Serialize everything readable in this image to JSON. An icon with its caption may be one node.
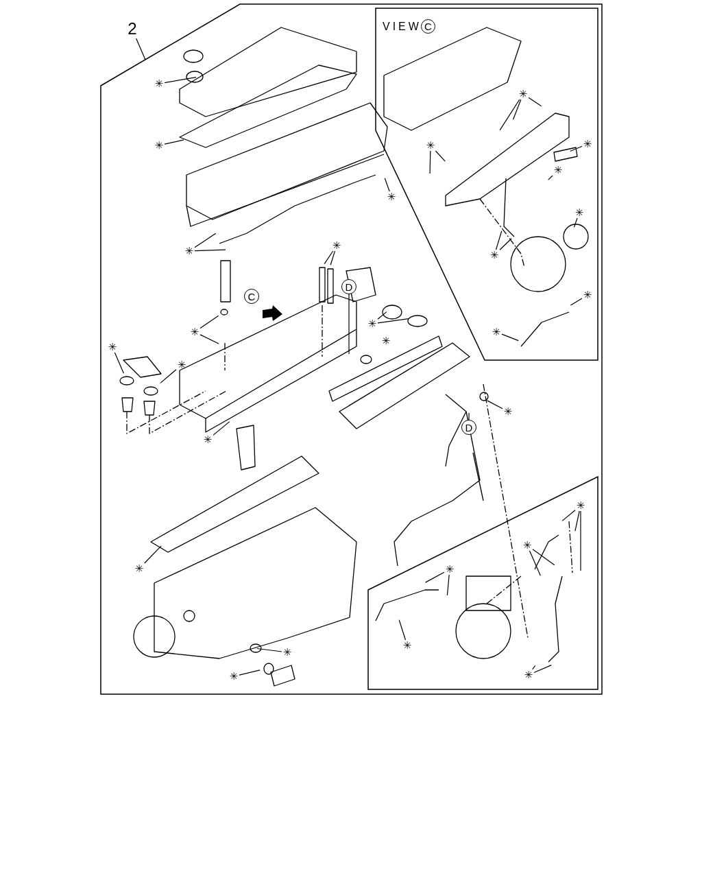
{
  "diagram": {
    "nodes": [
      {
        "text": [
          "2"
        ]
      },
      {
        "text": [],
        "shape": "box"
      },
      {
        "text": [
          "VIEW"
        ],
        "in": 1
      },
      {
        "text": [
          "C"
        ],
        "in": 2
      },
      {
        "text": [],
        "shape": "box",
        "in": 1
      },
      {
        "text": [
          "C"
        ],
        "in": 1
      },
      {
        "text": [
          "D"
        ],
        "in": 1
      },
      {
        "text": [
          "D"
        ],
        "in": 1
      },
      {
        "text": [
          "✳"
        ],
        "in": 1
      },
      {
        "text": [
          "✳"
        ],
        "in": 1
      },
      {
        "text": [
          "✳"
        ],
        "in": 1
      },
      {
        "text": [
          "✳"
        ],
        "in": 1
      },
      {
        "text": [
          "✳"
        ],
        "in": 1
      },
      {
        "text": [
          "✳"
        ],
        "in": 1
      },
      {
        "text": [
          "✳"
        ],
        "in": 1
      },
      {
        "text": [
          "✳"
        ],
        "in": 1
      },
      {
        "text": [
          "✳"
        ],
        "in": 1
      },
      {
        "text": [
          "✳"
        ],
        "in": 1
      },
      {
        "text": [
          "✳"
        ],
        "in": 1
      },
      {
        "text": [
          "✳"
        ],
        "in": 1
      },
      {
        "text": [
          "✳"
        ],
        "in": 1
      },
      {
        "text": [
          "✳"
        ],
        "in": 1
      },
      {
        "text": [
          "✳"
        ],
        "in": 2
      },
      {
        "text": [
          "✳"
        ],
        "in": 2
      },
      {
        "text": [
          "✳"
        ],
        "in": 2
      },
      {
        "text": [
          "✳"
        ],
        "in": 2
      },
      {
        "text": [
          "✳"
        ],
        "in": 2
      },
      {
        "text": [
          "✳"
        ],
        "in": 2
      },
      {
        "text": [
          "✳"
        ],
        "in": 2
      },
      {
        "text": [
          "✳"
        ],
        "in": 2
      },
      {
        "text": [
          "✳"
        ],
        "in": 4
      },
      {
        "text": [
          "✳"
        ],
        "in": 4
      },
      {
        "text": [
          "✳"
        ],
        "in": 4
      },
      {
        "text": [
          "✳"
        ],
        "in": 4
      },
      {
        "text": [
          "✳"
        ],
        "in": 4
      }
    ],
    "edges": [
      {
        "from": 0,
        "to": 1,
        "arrow": "none"
      },
      {
        "from": 8,
        "to": null,
        "arrow": "none"
      },
      {
        "from": 9,
        "to": null,
        "arrow": "none"
      },
      {
        "from": 10,
        "to": null,
        "arrow": "none"
      },
      {
        "from": 10,
        "to": null,
        "arrow": "none"
      },
      {
        "from": 11,
        "to": null,
        "arrow": "none"
      },
      {
        "from": 12,
        "to": null,
        "arrow": "none"
      },
      {
        "from": 12,
        "to": null,
        "arrow": "none"
      },
      {
        "from": 13,
        "to": null,
        "arrow": "none"
      },
      {
        "from": 13,
        "to": null,
        "arrow": "none"
      },
      {
        "from": 14,
        "to": null,
        "arrow": "none"
      },
      {
        "from": 15,
        "to": null,
        "arrow": "none"
      },
      {
        "from": 16,
        "to": null,
        "arrow": "none"
      },
      {
        "from": 17,
        "to": null,
        "arrow": "none"
      },
      {
        "from": 18,
        "to": null,
        "arrow": "none"
      },
      {
        "from": 19,
        "to": null,
        "arrow": "none"
      },
      {
        "from": 20,
        "to": null,
        "arrow": "none"
      },
      {
        "from": 20,
        "to": null,
        "arrow": "none"
      },
      {
        "from": 21,
        "to": null,
        "arrow": "none"
      },
      {
        "from": 22,
        "to": null,
        "arrow": "none"
      },
      {
        "from": 22,
        "to": null,
        "arrow": "none"
      },
      {
        "from": 23,
        "to": null,
        "arrow": "none"
      },
      {
        "from": 23,
        "to": null,
        "arrow": "none"
      },
      {
        "from": 23,
        "to": null,
        "arrow": "none"
      },
      {
        "from": 24,
        "to": null,
        "arrow": "none"
      },
      {
        "from": 25,
        "to": null,
        "arrow": "none"
      },
      {
        "from": 26,
        "to": null,
        "arrow": "none"
      },
      {
        "from": 27,
        "to": null,
        "arrow": "none"
      },
      {
        "from": 27,
        "to": null,
        "arrow": "none"
      },
      {
        "from": 28,
        "to": null,
        "arrow": "none"
      },
      {
        "from": 29,
        "to": null,
        "arrow": "none"
      },
      {
        "from": 30,
        "to": null,
        "arrow": "none"
      },
      {
        "from": 30,
        "to": null,
        "arrow": "none"
      },
      {
        "from": 30,
        "to": null,
        "arrow": "none"
      },
      {
        "from": 31,
        "to": null,
        "arrow": "none"
      },
      {
        "from": 31,
        "to": null,
        "arrow": "none"
      },
      {
        "from": 32,
        "to": null,
        "arrow": "none"
      },
      {
        "from": 32,
        "to": null,
        "arrow": "none"
      },
      {
        "from": 33,
        "to": null,
        "arrow": "none"
      },
      {
        "from": 34,
        "to": null,
        "arrow": "none"
      },
      {
        "from": 34,
        "to": null,
        "arrow": "none"
      },
      {
        "from": 6,
        "to": null,
        "arrow": "none"
      },
      {
        "from": 7,
        "to": null,
        "arrow": "none"
      }
    ],
    "labels": [
      "✳"
    ]
  }
}
